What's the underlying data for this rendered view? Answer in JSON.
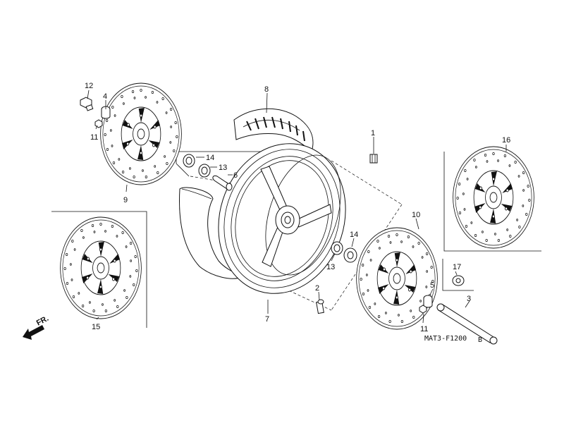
{
  "diagram": {
    "part_labels": {
      "p1": "1",
      "p2": "2",
      "p3": "3",
      "p4": "4",
      "p5": "5",
      "p6": "6",
      "p7": "7",
      "p8": "8",
      "p9": "9",
      "p10": "10",
      "p11a": "11",
      "p11b": "11",
      "p12": "12",
      "p13a": "13",
      "p13b": "13",
      "p14a": "14",
      "p14b": "14",
      "p15": "15",
      "p16": "16",
      "p17": "17"
    },
    "direction_label": "FR.",
    "drawing_code": "MAT3-F1200",
    "drawing_code_suffix": "B"
  }
}
